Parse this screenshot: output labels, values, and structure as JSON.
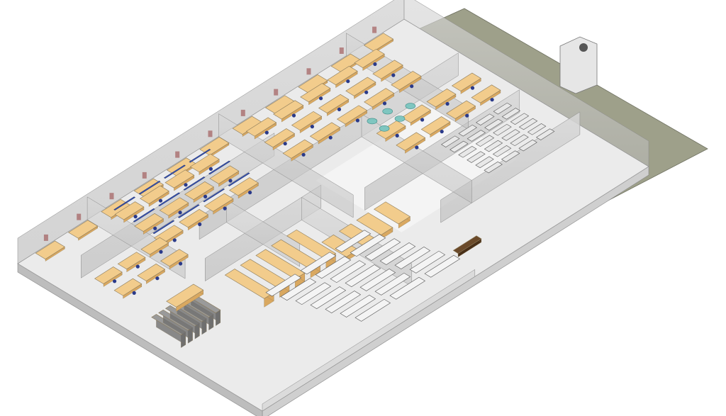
{
  "diagram": {
    "kind": "isometric office floor plan",
    "colors": {
      "background": "#ffffff",
      "floor": "#ebebeb",
      "floor_shade": "#f4f4f4",
      "site_ground": "#9ea08a",
      "glass_wall": "#c9c9c9",
      "wall_top": "#d9d9d9",
      "wall_edge": "#8a8a8a",
      "desk": "#f2cc8c",
      "desk_dark": "#d9a860",
      "chair": "#2a3a8a",
      "partition_blue": "#3c5ac4",
      "round_table": "#7fc6c0",
      "seat_frame": "#555555",
      "brick_accent": "#9a4a4a",
      "hvac_unit": "#e6e6e6"
    },
    "zones": [
      {
        "name": "northwest-offices"
      },
      {
        "name": "open-plan-workstations-west"
      },
      {
        "name": "open-plan-workstations-north"
      },
      {
        "name": "open-plan-workstations-east"
      },
      {
        "name": "server-racks"
      },
      {
        "name": "library-shelving"
      },
      {
        "name": "lecture-hall-seating"
      },
      {
        "name": "meeting-round-tables"
      },
      {
        "name": "training-room-seating"
      },
      {
        "name": "reception"
      }
    ]
  }
}
